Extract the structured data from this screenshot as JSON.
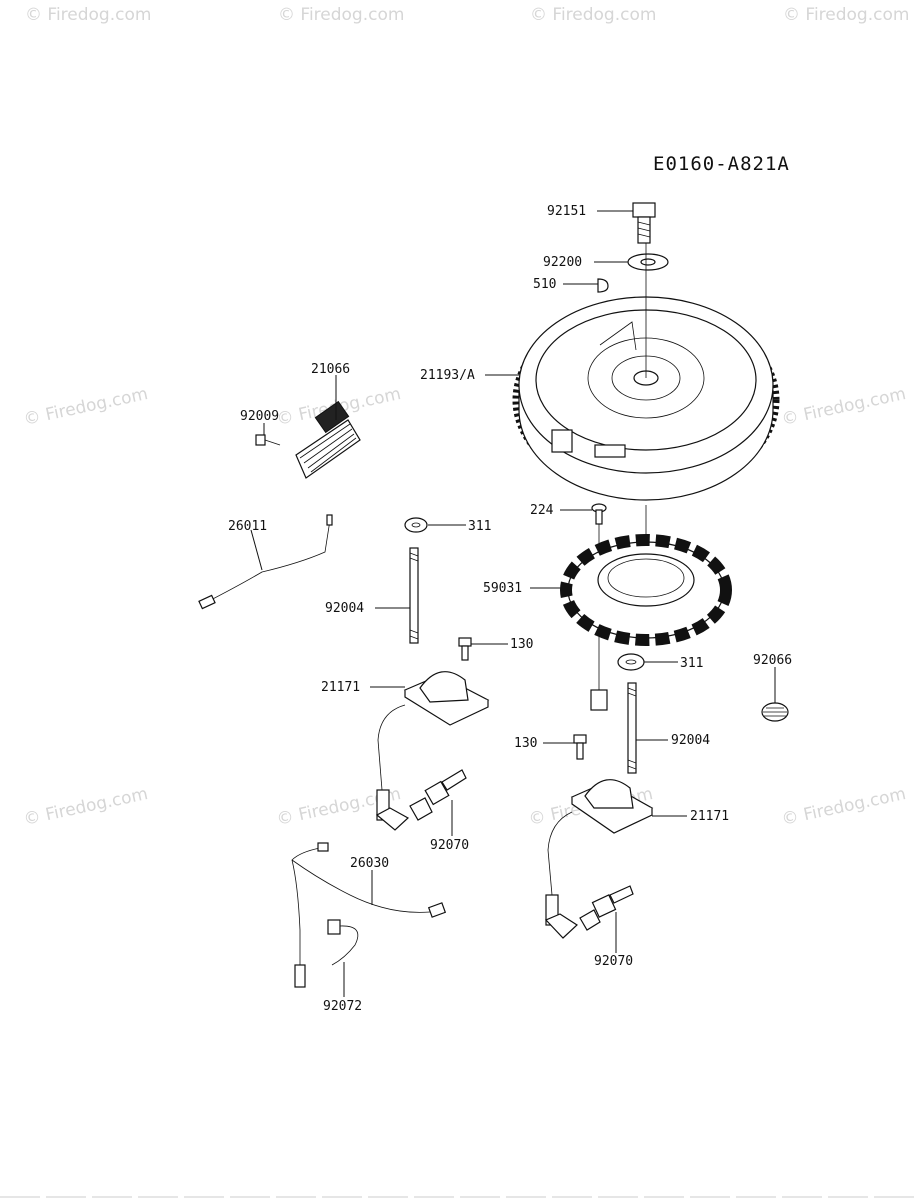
{
  "diagram_code": "E0160-A821A",
  "watermark": "© Firedog.com",
  "parts": [
    {
      "id": "92151",
      "label": "92151"
    },
    {
      "id": "92200",
      "label": "92200"
    },
    {
      "id": "510",
      "label": "510"
    },
    {
      "id": "21193A",
      "label": "21193/A"
    },
    {
      "id": "21066",
      "label": "21066"
    },
    {
      "id": "92009",
      "label": "92009"
    },
    {
      "id": "224",
      "label": "224"
    },
    {
      "id": "26011",
      "label": "26011"
    },
    {
      "id": "311a",
      "label": "311"
    },
    {
      "id": "59031",
      "label": "59031"
    },
    {
      "id": "92004a",
      "label": "92004"
    },
    {
      "id": "130a",
      "label": "130"
    },
    {
      "id": "311b",
      "label": "311"
    },
    {
      "id": "92066",
      "label": "92066"
    },
    {
      "id": "21171a",
      "label": "21171"
    },
    {
      "id": "130b",
      "label": "130"
    },
    {
      "id": "92004b",
      "label": "92004"
    },
    {
      "id": "21171b",
      "label": "21171"
    },
    {
      "id": "92070a",
      "label": "92070"
    },
    {
      "id": "26030",
      "label": "26030"
    },
    {
      "id": "92070b",
      "label": "92070"
    },
    {
      "id": "92072",
      "label": "92072"
    }
  ]
}
